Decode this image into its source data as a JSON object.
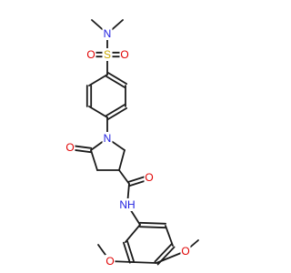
{
  "molecule": {
    "colors": {
      "bond": "#1a1a1a",
      "N": "#2020e0",
      "O": "#e00000",
      "S": "#c9a800"
    },
    "labels": {
      "sulfonamide_n": "N",
      "sulfur": "S",
      "sulfonyl_o_left": "O",
      "sulfonyl_o_right": "O",
      "pyrrolidine_n": "N",
      "lactam_o": "O",
      "amide_o": "O",
      "amide_nh": "NH",
      "methoxy_o_3": "O",
      "methoxy_o_4": "O"
    }
  }
}
